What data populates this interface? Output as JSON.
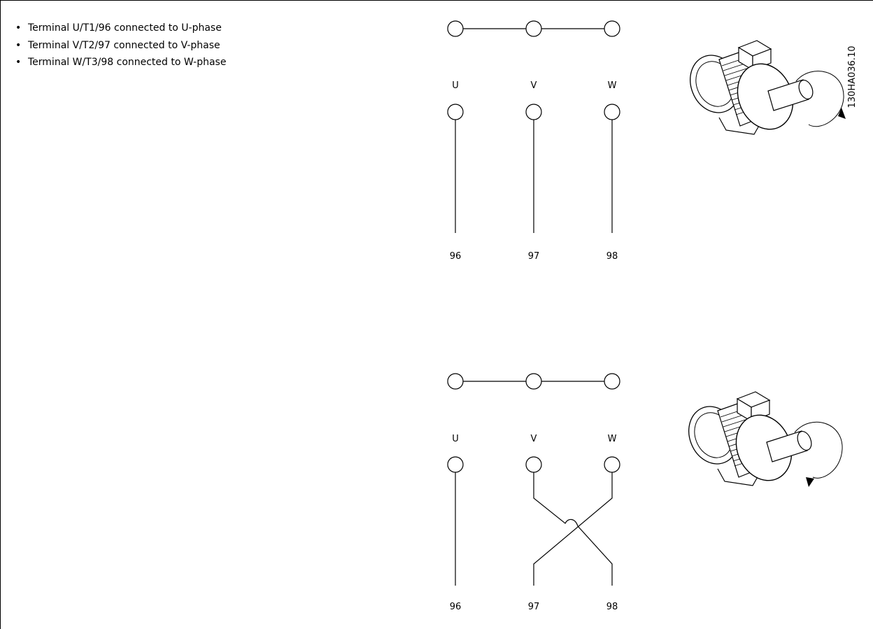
{
  "bullets": [
    "Terminal U/T1/96 connected to U-phase",
    "Terminal V/T2/97 connected to V-phase",
    "Terminal W/T3/98 connected to W-phase"
  ],
  "diagram_code": "130HA036.10",
  "top_diagram": {
    "phase_labels": [
      "U",
      "V",
      "W"
    ],
    "terminal_numbers": [
      "96",
      "97",
      "98"
    ]
  },
  "bottom_diagram": {
    "phase_labels": [
      "U",
      "V",
      "W"
    ],
    "terminal_numbers": [
      "96",
      "97",
      "98"
    ]
  }
}
